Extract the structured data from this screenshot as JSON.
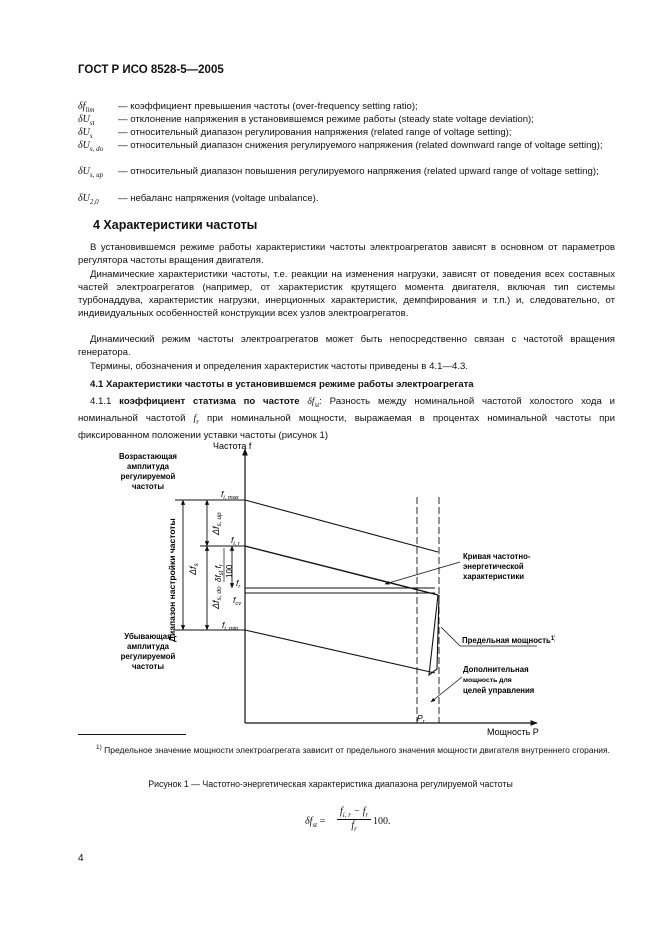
{
  "header": {
    "doc_id": "ГОСТ Р ИСО 8528-5—2005"
  },
  "abbreviations": [
    {
      "symbol": "δf",
      "sub": "lim",
      "text": "— коэффициент превышения частоты (over-frequency setting ratio);"
    },
    {
      "symbol": "δU",
      "sub": "st",
      "text": "— отклонение напряжения в установившемся режиме работы (steady state voltage deviation);"
    },
    {
      "symbol": "δU",
      "sub": "s",
      "text": "— относительный диапазон регулирования напряжения (related range of voltage setting);"
    },
    {
      "symbol": "δU",
      "sub": "s, do",
      "text": "— относительный диапазон снижения регулируемого напряжения (related downward range of voltage setting);"
    },
    {
      "symbol": "δU",
      "sub": "s, up",
      "text": "— относительный диапазон повышения регулируемого напряжения (related upward range of voltage setting);"
    },
    {
      "symbol": "δU",
      "sub": "2,0",
      "text": "— небаланс напряжения (voltage unbalance)."
    }
  ],
  "section": {
    "title": "4  Характеристики частоты",
    "paragraphs": [
      "В установившемся режиме работы характеристики частоты электроагрегатов зависят в основном от параметров регулятора частоты вращения двигателя.",
      "Динамические характеристики частоты, т.е. реакции на изменения нагрузки, зависят от поведения всех составных частей электроагрегатов (например, от характеристик крутящего момента двигателя, включая тип системы турбонаддува, характеристик нагрузки, инерционных характеристик, демпфирования и т.п.) и, следовательно, от индивидуальных особенностей конструкции всех узлов электроагрегатов.",
      "Динамический режим частоты электроагрегатов может быть непосредственно связан с частотой вращения генератора.",
      "Термины, обозначения и определения характеристик частоты приведены в 4.1—4.3."
    ],
    "subsection_title": "4.1  Характеристики частоты в установившемся режиме работы электроагрегата",
    "p411_number": "4.1.1",
    "p411_term": "коэффициент статизма по частоте",
    "p411_symbol": "δf",
    "p411_symbol_sub": "st",
    "p411_text": ": Разность между номинальной частотой холостого хода и номинальной частотой ",
    "p411_fr": "f",
    "p411_fr_sub": "r",
    "p411_text2": " при номинальной мощности, выражаемая в процентах номинальной частоты при фиксированном положении уставки частоты (рисунок 1)"
  },
  "figure": {
    "y_axis_label": "Частота f",
    "x_axis_label": "Мощность P",
    "label_increasing_line1": "Возрастающая",
    "label_increasing_line2": "амплитуда",
    "label_increasing_line3": "регулируемой",
    "label_increasing_line4": "частоты",
    "label_decreasing_line1": "Убывающая",
    "label_decreasing_line2": "амплитуда",
    "label_decreasing_line3": "регулируемой",
    "label_decreasing_line4": "частоты",
    "label_range": "Диапазон настройки частоты",
    "label_curve_line1": "Кривая частотно-",
    "label_curve_line2": "энергетической",
    "label_curve_line3": "характеристики",
    "label_limit_power": "Предельная мощность",
    "label_limit_power_sup": "1)",
    "label_extra_line1": "Дополнительная",
    "label_extra_line2": "мощность для",
    "label_extra_line3": "целей управления",
    "tick_fi_max": "f",
    "tick_fi_max_sub": "i, max",
    "tick_fi_r": "f",
    "tick_fi_r_sub": "i, r",
    "tick_fr": "f",
    "tick_fr_sub": "r",
    "tick_fcv": "f",
    "tick_fcv_sub": "cv",
    "tick_fi_min": "f",
    "tick_fi_min_sub": "i, min",
    "tick_pr": "P",
    "tick_pr_sub": "r",
    "delta_f_up": "Δf",
    "delta_f_up_sub": "s, up",
    "delta_f_do": "Δf",
    "delta_f_do_sub": "s, do",
    "delta_f_s": "Δf",
    "delta_f_s_sub": "s",
    "delta_fst_num": "δf",
    "delta_fst_num_sub": "st",
    "delta_fst_mid": "f",
    "delta_fst_mid_sub": "r",
    "delta_fst_den": "100"
  },
  "footnote": {
    "marker": "1)",
    "text": " Предельное значение мощности электроагрегата зависит от предельного значения мощности двигателя внутреннего сгорания."
  },
  "caption": "Рисунок 1 — Частотно-энергетическая характеристика диапазона регулируемой частоты",
  "formula": {
    "lhs": "δf",
    "lhs_sub": "st",
    "equals": " =",
    "numerator_a": "f",
    "numerator_a_sub": "i, r",
    "numerator_minus": " − f",
    "numerator_b_sub": "r",
    "denominator": "f",
    "denominator_sub": "r",
    "tail": "100."
  },
  "page_number": "4"
}
